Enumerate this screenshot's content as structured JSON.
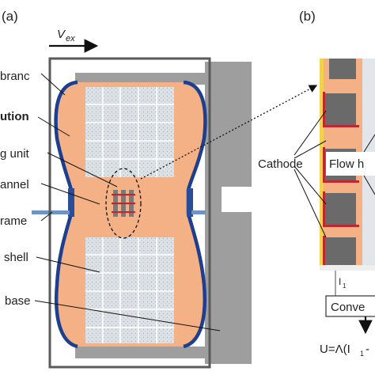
{
  "panels": {
    "a": {
      "label": "(a)",
      "velocity_label": "V",
      "velocity_sub": "ex"
    },
    "b": {
      "label": "(b)"
    }
  },
  "left_labels": {
    "membrane": "branc",
    "solution": "ution",
    "sensing_unit": "g unit",
    "channel": "annel",
    "frame": "rame",
    "shell": "shell",
    "base": "base"
  },
  "right_labels": {
    "cathode": "Cathode",
    "flow": "Flow h",
    "current": "I",
    "current_sub": "1",
    "converter": "Conve",
    "formula": "U=Λ(I",
    "formula_sub": "1",
    "formula_tail": "-"
  },
  "colors": {
    "fluid": "#f4b185",
    "membrane": "#1e3f8f",
    "shell": "#dcdcdc",
    "base": "#9e9e9e",
    "outline": "#5a5a5a",
    "cathode": "#c0282d",
    "frame": "#6e93c4"
  }
}
